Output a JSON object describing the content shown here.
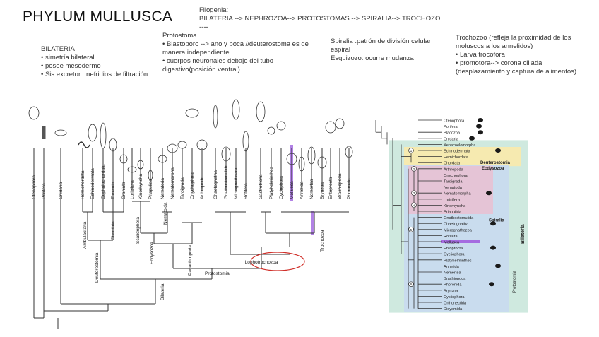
{
  "title": "PHYLUM MULLUSCA",
  "filogenia": {
    "label": "Filogenia:",
    "path": "BILATERIA --> NEPHROZOA--> PROTOSTOMAS --> SPIRALIA--> TROCHOZO",
    "dash": "----"
  },
  "bilateria_note": {
    "heading": "BILATERIA",
    "items": [
      "• simetría bilateral",
      "• posee mesodermo",
      "• Sis excretor : nefridios de filtración"
    ]
  },
  "protostoma_note": {
    "heading": "Protostoma",
    "lines": [
      "• Blastoporo --> ano y boca //deuterostoma es de",
      "manera independiente",
      "•  cuerpos neuronales debajo del tubo",
      "digestivo(posición ventral)"
    ]
  },
  "spiralia_note": {
    "lines": [
      "Spiralia :patrón de división celular",
      "espiral",
      "Esquizozo: ocurre mudanza"
    ]
  },
  "trochozoo_note": {
    "lines": [
      "Trochozoo (refleja la proximidad de los",
      "moluscos a los annelidos)",
      "• Larva trocofora",
      "• promotora--> corona ciliada",
      "(desplazamiento y  captura de alimentos)"
    ]
  },
  "left_tree": {
    "taxa": [
      "Ctenophora",
      "Porifera",
      "Cnidaria",
      "Hemichordata",
      "Echinodermata",
      "Cephalochordata",
      "Tunicata",
      "Craniata",
      "Loricifera",
      "Kinorhyncha",
      "Priapulida",
      "Nematoda",
      "Nematomorpha",
      "Tardigrada",
      "Onychophora",
      "Arthropoda",
      "Chaetognatha",
      "Gnathostomulida",
      "Micrognathozoa",
      "Rotifera",
      "Gastrotricha",
      "Platyhelminthes",
      "Cyclophora",
      "Mollusca",
      "Annelida",
      "Nemertea",
      "Bryozoa",
      "Entoprocta",
      "Brachiopoda",
      "Phoronida"
    ],
    "clades": {
      "ambulacraria": "Ambulacraria",
      "chordata": "Chordata",
      "deuterostomia": "Deuterostomia",
      "scalidophora": "Scalidophora",
      "nematoida": "Nematoida",
      "panarthropoda": "Panarthropoda",
      "ecdysozoa": "Ecdysozoa",
      "trochozoa": "Trochozoa",
      "lophotrochozoa": "Lophotrochozoa",
      "protostomia": "Protostomia",
      "bilateria": "Bilateria"
    },
    "highlight_color": "#a56ce0",
    "circle_color": "#d0302a"
  },
  "right_tree": {
    "taxa": [
      "Ctenophora",
      "Porifera",
      "Placozoa",
      "Cnidaria",
      "Xenacoelomorpha",
      "Echinodermata",
      "Hemichordata",
      "Chordata",
      "Arthropoda",
      "Onychophora",
      "Tardigrada",
      "Nematoda",
      "Nematomorpha",
      "Loricifera",
      "Kinorhyncha",
      "Priapulida",
      "Gnathostomulida",
      "Chaetognatha",
      "Micrognathozoa",
      "Rotifera",
      "Mollusca",
      "Entoprocta",
      "Cycliophora",
      "Platyhelminthes",
      "Annelida",
      "Nemertea",
      "Brachiopoda",
      "Phoronida",
      "Bryozoa",
      "Cycliophora",
      "Orthonectida",
      "Dicyemida"
    ],
    "group_labels": {
      "deuterostomia": "Deuterostomia",
      "ecdysozoa": "Ecdysozoa",
      "spiralia": "Spiralia",
      "protostomia": "Protostomia",
      "bilateria": "Bilateria"
    },
    "node_numbers": [
      "1",
      "2",
      "3",
      "4",
      "5",
      "6"
    ],
    "colors": {
      "bilateria_bg": "#cfe9df",
      "deutero_bg": "#f6eab0",
      "proto_bg": "#c9dcee",
      "ecdy_bg": "#e5c4d6",
      "highlight": "#a56ce0"
    }
  }
}
